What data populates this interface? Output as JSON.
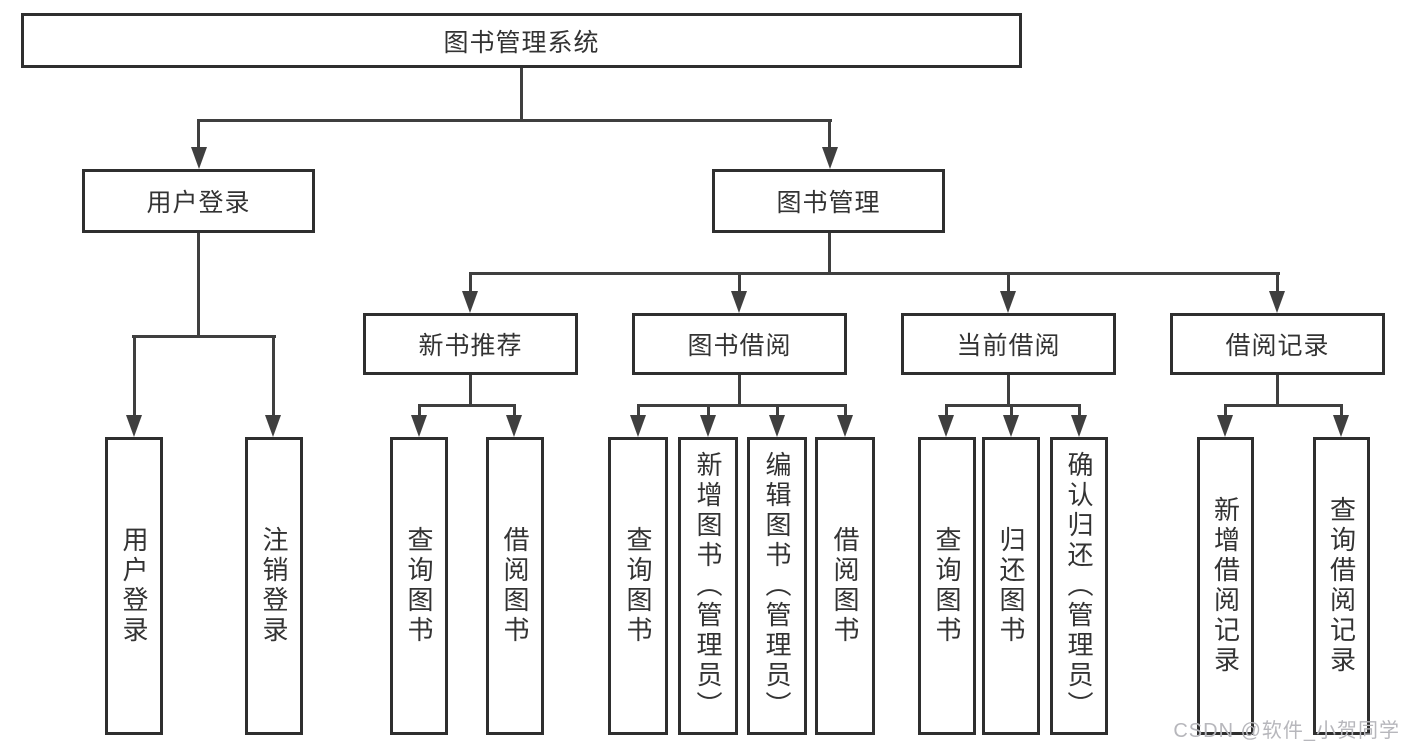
{
  "diagram": {
    "title": "图书管理系统",
    "root": {
      "label": "图书管理系统"
    },
    "level2": [
      {
        "label": "用户登录"
      },
      {
        "label": "图书管理"
      }
    ],
    "level3": [
      {
        "label": "新书推荐"
      },
      {
        "label": "图书借阅"
      },
      {
        "label": "当前借阅"
      },
      {
        "label": "借阅记录"
      }
    ],
    "leaves": {
      "user_login": [
        "用户登录",
        "注销登录"
      ],
      "new_books": [
        "查询图书",
        "借阅图书"
      ],
      "book_borrow": [
        "查询图书",
        "新增图书（管理员）",
        "编辑图书（管理员）",
        "借阅图书"
      ],
      "current_borrow": [
        "查询图书",
        "归还图书",
        "确认归还（管理员）"
      ],
      "borrow_records": [
        "新增借阅记录",
        "查询借阅记录"
      ]
    }
  },
  "watermark": {
    "text": "CSDN @软件_小贺同学"
  },
  "colors": {
    "background": "#ffffff",
    "line": "#3f3f3f",
    "box_border": "#2f2f2f",
    "text": "#333333",
    "watermark": "#b7b7bc"
  }
}
